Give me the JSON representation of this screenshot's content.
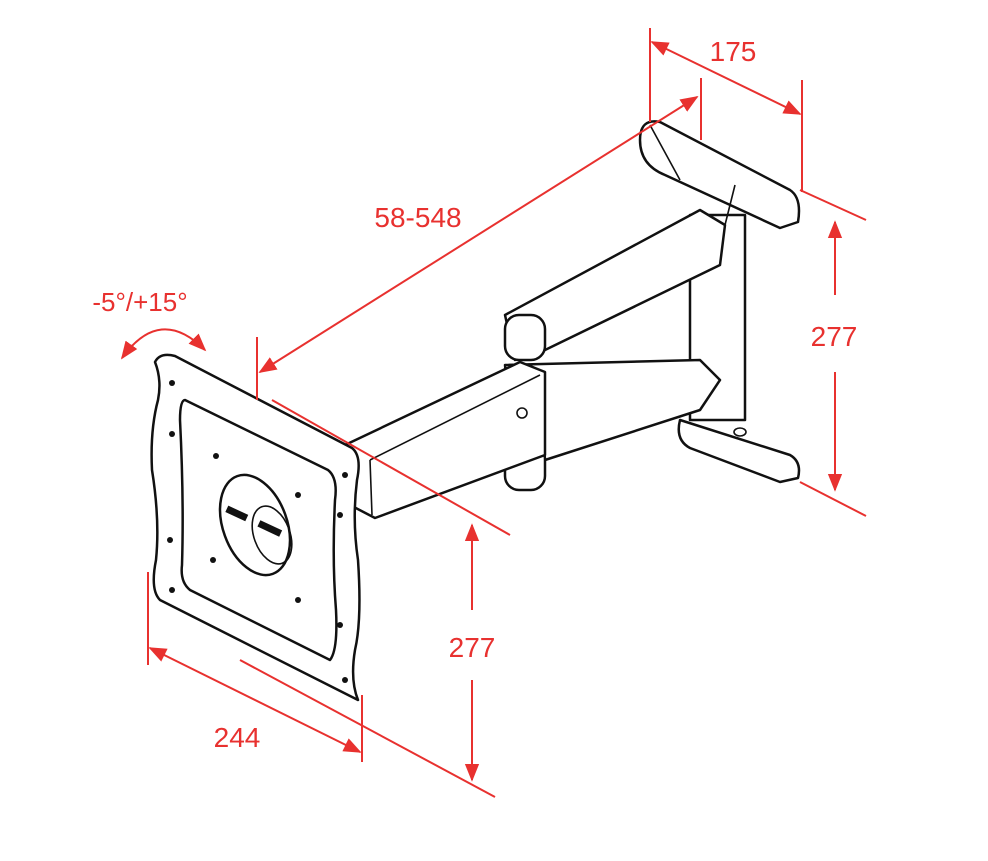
{
  "colors": {
    "dimension": "#e8312f",
    "outline": "#111111"
  },
  "dimensions": {
    "arm_depth": "175",
    "extension_range": "58-548",
    "tilt_range": "-5°/+15°",
    "wall_plate_height": "277",
    "vesa_plate_height": "277",
    "vesa_plate_width": "244"
  }
}
